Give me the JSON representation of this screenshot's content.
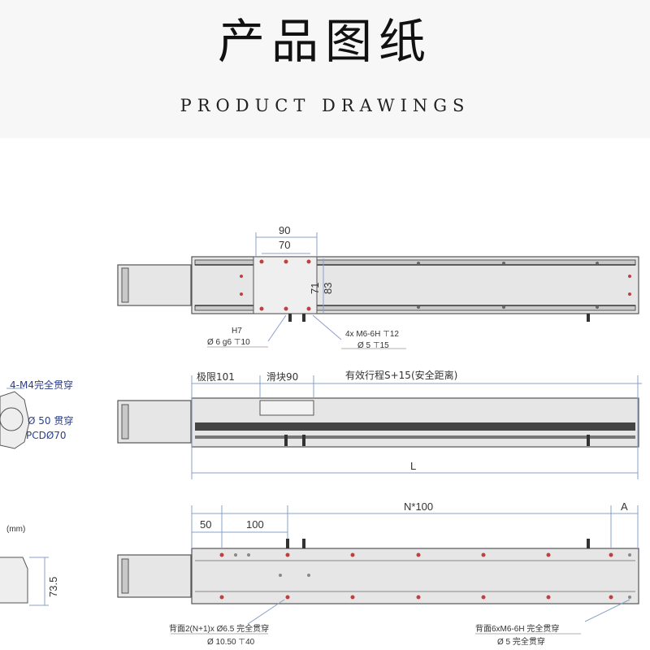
{
  "header": {
    "title_cn": "产品图纸",
    "title_en": "PRODUCT DRAWINGS"
  },
  "top_view": {
    "dim_90": "90",
    "dim_70": "70",
    "dim_71": "71",
    "dim_83": "83",
    "h7": "H7",
    "pin_hole": "Ø 6  g6 ⊤10",
    "thread_spec": "4x M6-6H ⊤12",
    "thread_hole": "Ø 5 ⊤15"
  },
  "side_view": {
    "limit": "极限101",
    "slider": "滑块90",
    "stroke": "有效行程S+15(安全距离)",
    "length": "L"
  },
  "flange": {
    "tapped_holes": "4-M4完全贯穿",
    "bore": "Ø 50 贯穿",
    "pcd": "PCDØ70"
  },
  "bottom_view": {
    "n_pitch": "N*100",
    "dim_a": "A",
    "dim_50": "50",
    "dim_100": "100",
    "unit": "(mm)",
    "dim_73_5": "73.5",
    "back_holes": "背面2(N+1)x Ø6.5 完全贯穿",
    "counterbore": "Ø 10.50 ⊤40",
    "back_threads": "背面6xM6-6H 完全贯穿",
    "back_thread_hole": "Ø 5 完全贯穿"
  },
  "colors": {
    "hole_marker": "#c04040",
    "dimension_line": "#8aa0c8",
    "text_blue": "#2b3f8c"
  }
}
